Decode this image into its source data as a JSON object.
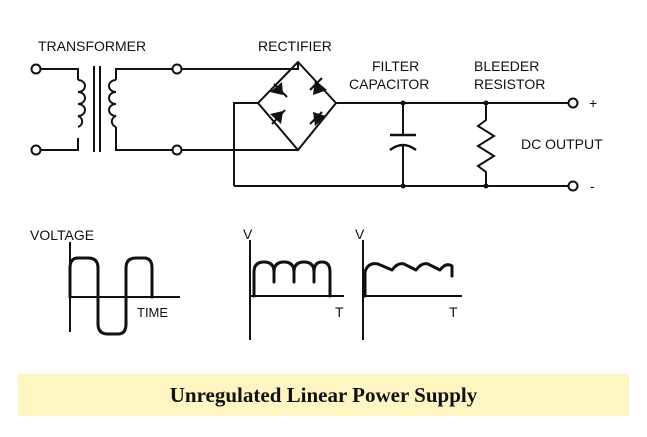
{
  "labels": {
    "transformer": "TRANSFORMER",
    "rectifier": "RECTIFIER",
    "filter_line1": "FILTER",
    "filter_line2": "CAPACITOR",
    "bleeder_line1": "BLEEDER",
    "bleeder_line2": "RESISTOR",
    "dc_output": "DC OUTPUT",
    "plus": "+",
    "minus": "-"
  },
  "waveforms": {
    "ac": {
      "y_label": "VOLTAGE",
      "x_label": "TIME"
    },
    "rectified": {
      "y_label": "V",
      "x_label": "T"
    },
    "filtered": {
      "y_label": "V",
      "x_label": "T"
    }
  },
  "caption": "Unregulated Linear Power Supply"
}
